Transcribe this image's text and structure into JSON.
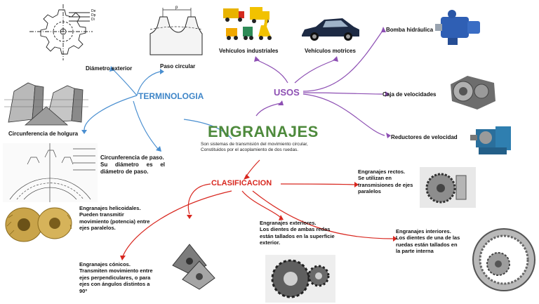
{
  "title": "ENGRANAJES",
  "subtitle_lines": [
    "Son sistemas de transmisión del movimiento circular,",
    "Constituidos por el acoplamiento de dos ruedas."
  ],
  "branches": {
    "terminologia": {
      "label": "TERMINOLOGIA",
      "color": "#3f86c8",
      "items": {
        "diametro_exterior": "Diámetro exterior",
        "paso_circular": "Paso circular",
        "circ_holgura": "Circunferencia de holgura",
        "circ_paso_lines": [
          "Circunferencia de paso.",
          "Su diámetro es el diámetro de paso."
        ]
      },
      "diagram_marks": {
        "p": "p",
        "de": "De",
        "dp": "Dp",
        "di": "Di"
      }
    },
    "usos": {
      "label": "USOS",
      "color": "#8d4fb3",
      "items": {
        "vehiculos_industriales": "Vehículos industriales",
        "vehiculos_motrices": "Vehículos motrices",
        "bomba_hidraulica": "Bomba hidráulica",
        "caja_velocidades": "Caja de velocidades",
        "reductores": "Reductores de velocidad"
      }
    },
    "clasificacion": {
      "label": "CLASIFICACION",
      "color": "#d8271f",
      "items": {
        "helicoidales_lines": [
          "Engranajes helicoidales.",
          "Pueden transmitir",
          "movimiento (potencia) entre",
          "ejes paralelos."
        ],
        "conicos_lines": [
          "Engranajes cónicos.",
          "Transmiten movimiento entre",
          "ejes perpendiculares, o para",
          "ejes con ángulos distintos a",
          "90º"
        ],
        "exteriores_lines": [
          "Engranajes exteriores.",
          "Los dientes de ambas redas",
          "están tallados en la superficie",
          "exterior."
        ],
        "rectos_lines": [
          "Engranajes rectos.",
          "Se utilizan en",
          "transmisiones de ejes",
          "paralelos"
        ],
        "interiores_lines": [
          "Engranajes interiores.",
          "Los dientes de una de las",
          "ruedas están tallados en",
          "la parte interna"
        ]
      }
    }
  },
  "icons": [
    "gear-blueprint-icon",
    "tooth-profile-icon",
    "tooth-section-icon",
    "pitch-circle-drawing-icon",
    "helical-gear-icon",
    "bevel-gear-icon",
    "external-gears-icon",
    "spur-gear-icon",
    "internal-gear-icon",
    "truck-icon",
    "car-icon",
    "hydraulic-pump-icon",
    "gearbox-icon",
    "speed-reducer-icon"
  ]
}
